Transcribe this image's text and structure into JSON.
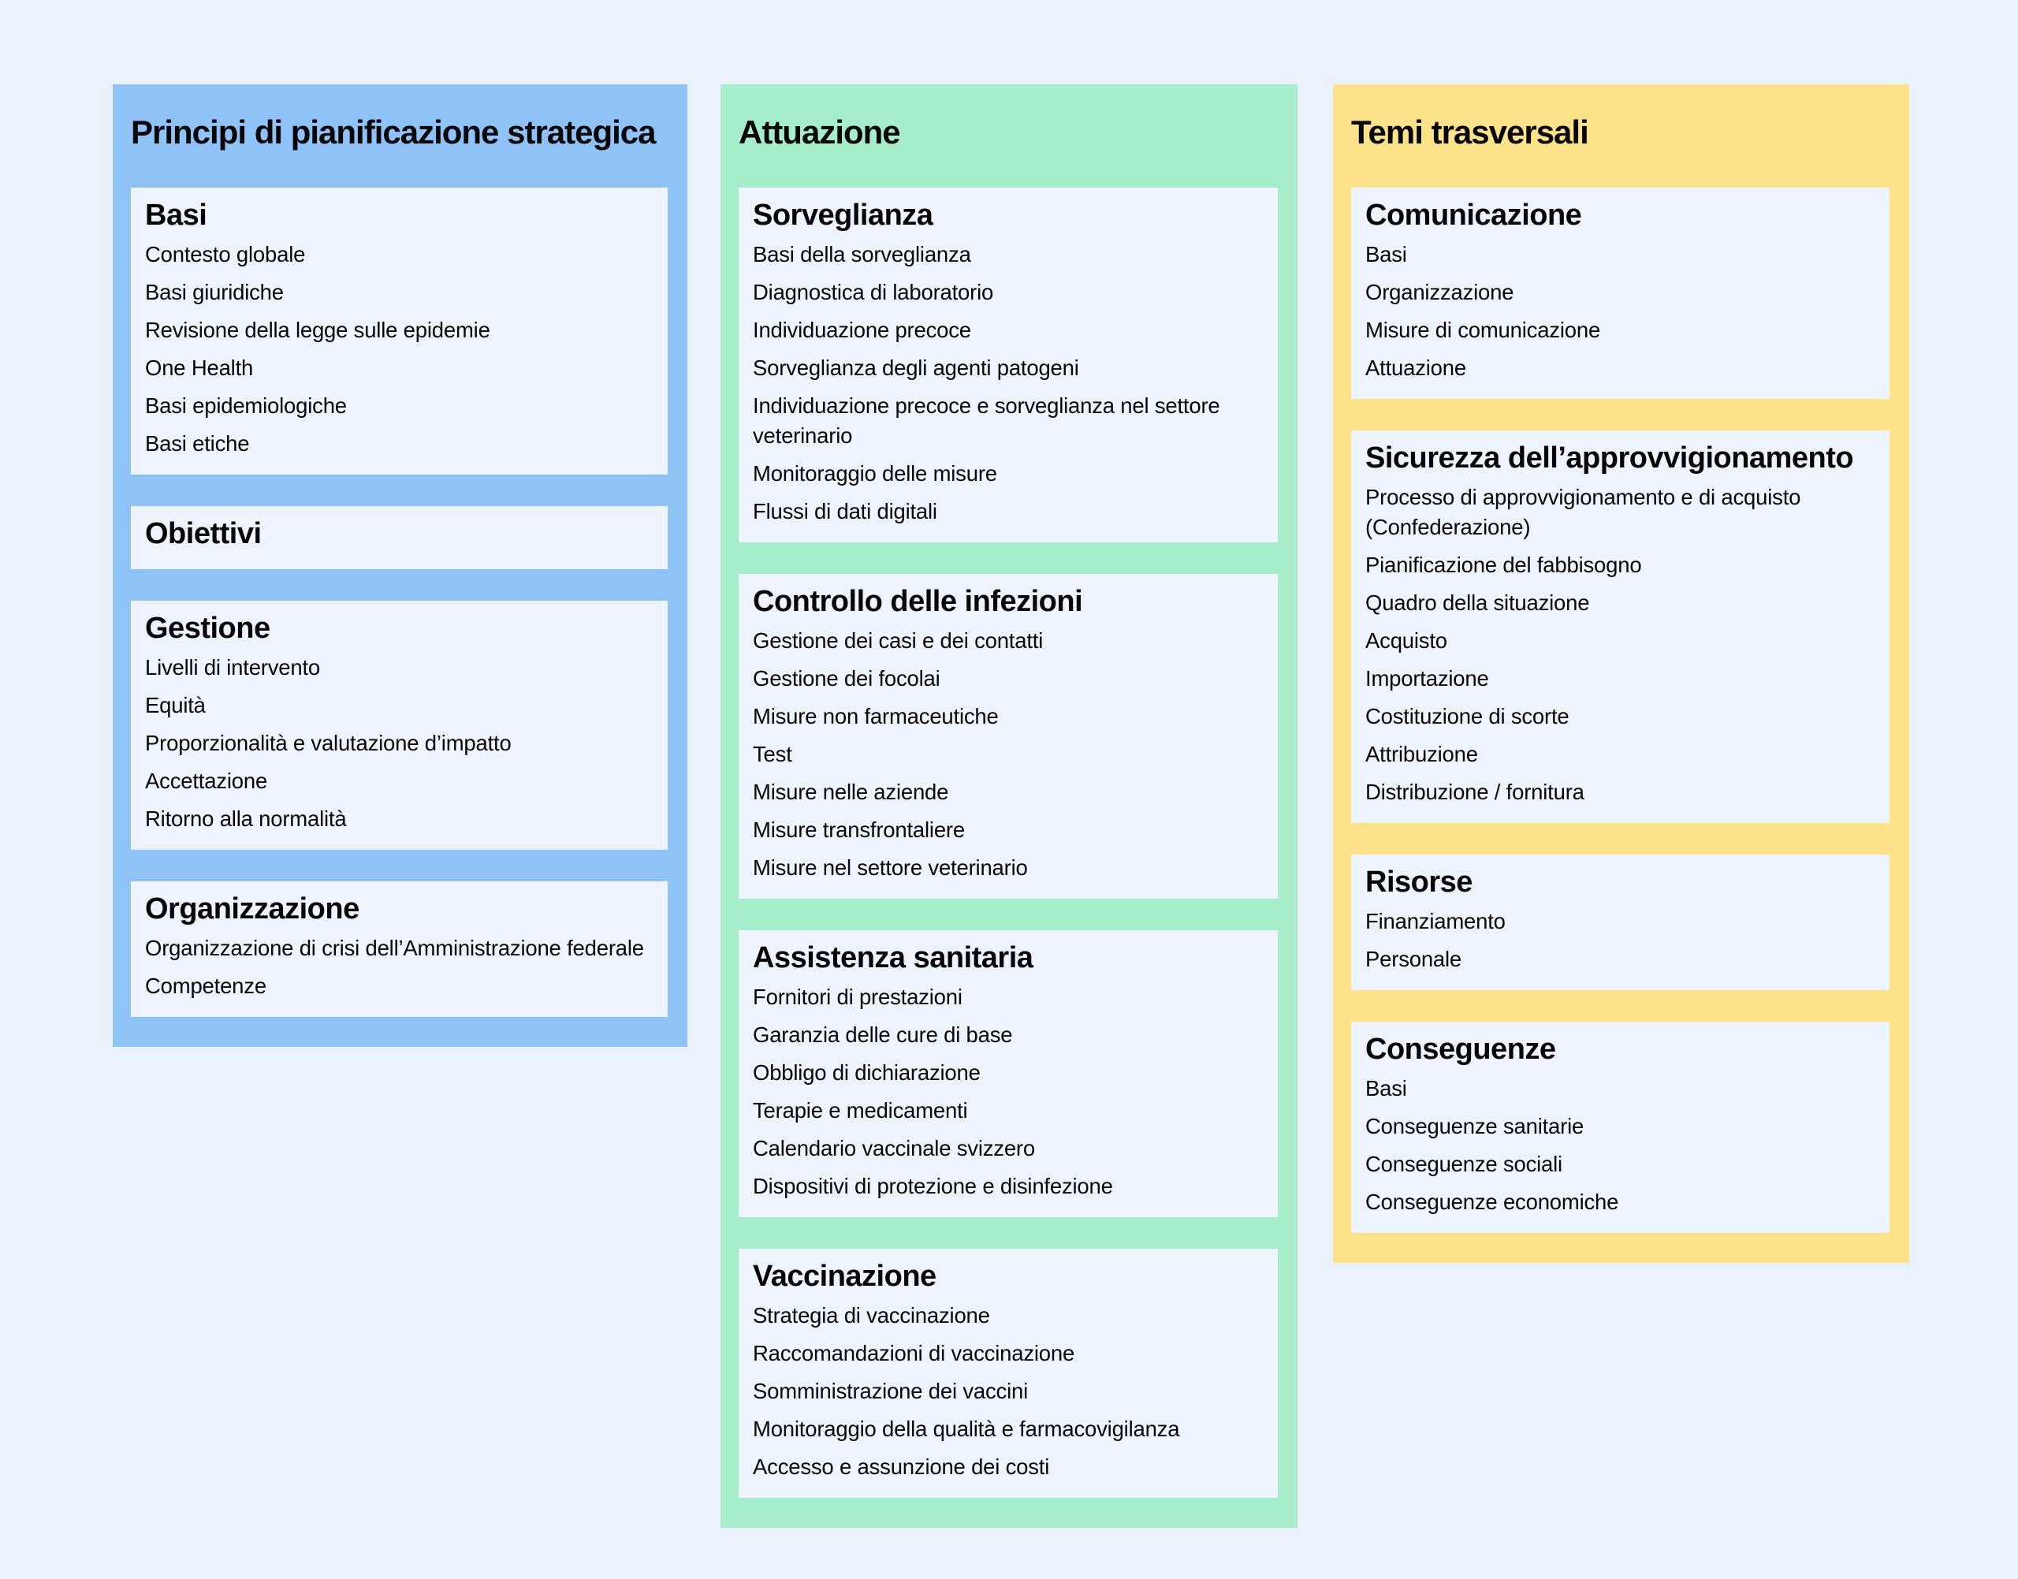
{
  "page": {
    "background_color": "#e9f1fc",
    "box_background_color": "#edf4fd",
    "text_color": "#060606"
  },
  "columns": [
    {
      "id": "principi",
      "title": "Principi di pianificazione strategica",
      "color": "#8fc3f8",
      "boxes": [
        {
          "title": "Basi",
          "items": [
            "Contesto globale",
            "Basi giuridiche",
            "Revisione della legge sulle epidemie",
            "One Health",
            "Basi epidemiologiche",
            "Basi etiche"
          ]
        },
        {
          "title": "Obiettivi",
          "items": []
        },
        {
          "title": "Gestione",
          "items": [
            "Livelli di intervento",
            "Equità",
            "Proporzionalità e valutazione d’impatto",
            "Accettazione",
            "Ritorno alla normalità"
          ]
        },
        {
          "title": "Organizzazione",
          "items": [
            "Organizzazione di crisi dell’Amministrazione federale",
            "Competenze"
          ]
        }
      ]
    },
    {
      "id": "attuazione",
      "title": "Attuazione",
      "color": "#a6eeca",
      "boxes": [
        {
          "title": "Sorveglianza",
          "items": [
            "Basi della sorveglianza",
            "Diagnostica di laboratorio",
            "Individuazione precoce",
            "Sorveglianza degli agenti patogeni",
            "Individuazione precoce e sorveglianza nel settore veterinario",
            "Monitoraggio delle misure",
            "Flussi di dati digitali"
          ]
        },
        {
          "title": "Controllo delle infezioni",
          "items": [
            "Gestione dei casi e dei contatti",
            "Gestione dei focolai",
            "Misure non farmaceutiche",
            "Test",
            "Misure nelle aziende",
            "Misure transfrontaliere",
            "Misure nel settore veterinario"
          ]
        },
        {
          "title": "Assistenza sanitaria",
          "items": [
            "Fornitori di prestazioni",
            "Garanzia delle cure di base",
            "Obbligo di dichiarazione",
            "Terapie e medicamenti",
            "Calendario vaccinale svizzero",
            "Dispositivi di protezione e disinfezione"
          ]
        },
        {
          "title": "Vaccinazione",
          "items": [
            "Strategia di vaccinazione",
            "Raccomandazioni di vaccinazione",
            "Somministrazione dei vaccini",
            "Monitoraggio della qualità e farmacovigilanza",
            "Accesso e assunzione dei costi"
          ]
        }
      ]
    },
    {
      "id": "temi-trasversali",
      "title": "Temi trasversali",
      "color": "#fce289",
      "boxes": [
        {
          "title": "Comunicazione",
          "items": [
            "Basi",
            "Organizzazione",
            "Misure di comunicazione",
            "Attuazione"
          ]
        },
        {
          "title": "Sicurezza dell’approvvigionamento",
          "items": [
            "Processo di approvvigionamento e di acquisto (Confederazione)",
            "Pianificazione del fabbisogno",
            "Quadro della situazione",
            "Acquisto",
            "Importazione",
            "Costituzione di scorte",
            "Attribuzione",
            "Distribuzione / fornitura"
          ]
        },
        {
          "title": "Risorse",
          "items": [
            "Finanziamento",
            "Personale"
          ]
        },
        {
          "title": "Conseguenze",
          "items": [
            "Basi",
            "Conseguenze sanitarie",
            "Conseguenze sociali",
            "Conseguenze economiche"
          ]
        }
      ]
    }
  ]
}
